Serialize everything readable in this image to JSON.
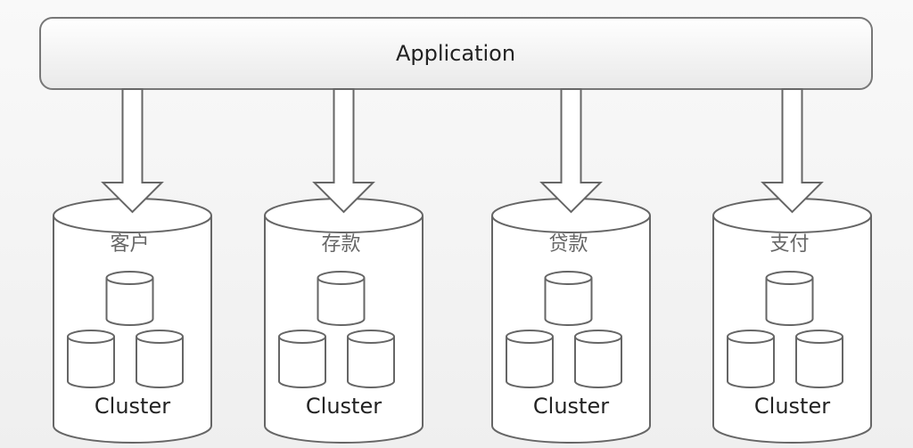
{
  "application": {
    "label": "Application"
  },
  "clusters": [
    {
      "name": "客户",
      "label": "Cluster"
    },
    {
      "name": "存款",
      "label": "Cluster"
    },
    {
      "name": "贷款",
      "label": "Cluster"
    },
    {
      "name": "支付",
      "label": "Cluster"
    }
  ]
}
